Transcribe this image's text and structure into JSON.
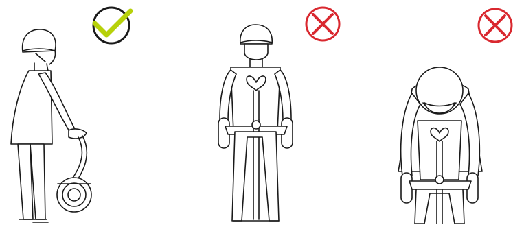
{
  "panels": [
    {
      "name": "posture-correct",
      "verdict": "correct",
      "icon": "checkmark-circle-icon"
    },
    {
      "name": "posture-wrong-upright",
      "verdict": "wrong",
      "icon": "cross-circle-icon"
    },
    {
      "name": "posture-wrong-bent",
      "verdict": "wrong",
      "icon": "cross-circle-icon"
    }
  ],
  "colors": {
    "correct_ring": "#1a1a1a",
    "correct_check": "#b7d10a",
    "wrong": "#d9282f",
    "outline": "#1a1a1a",
    "background": "#ffffff"
  }
}
